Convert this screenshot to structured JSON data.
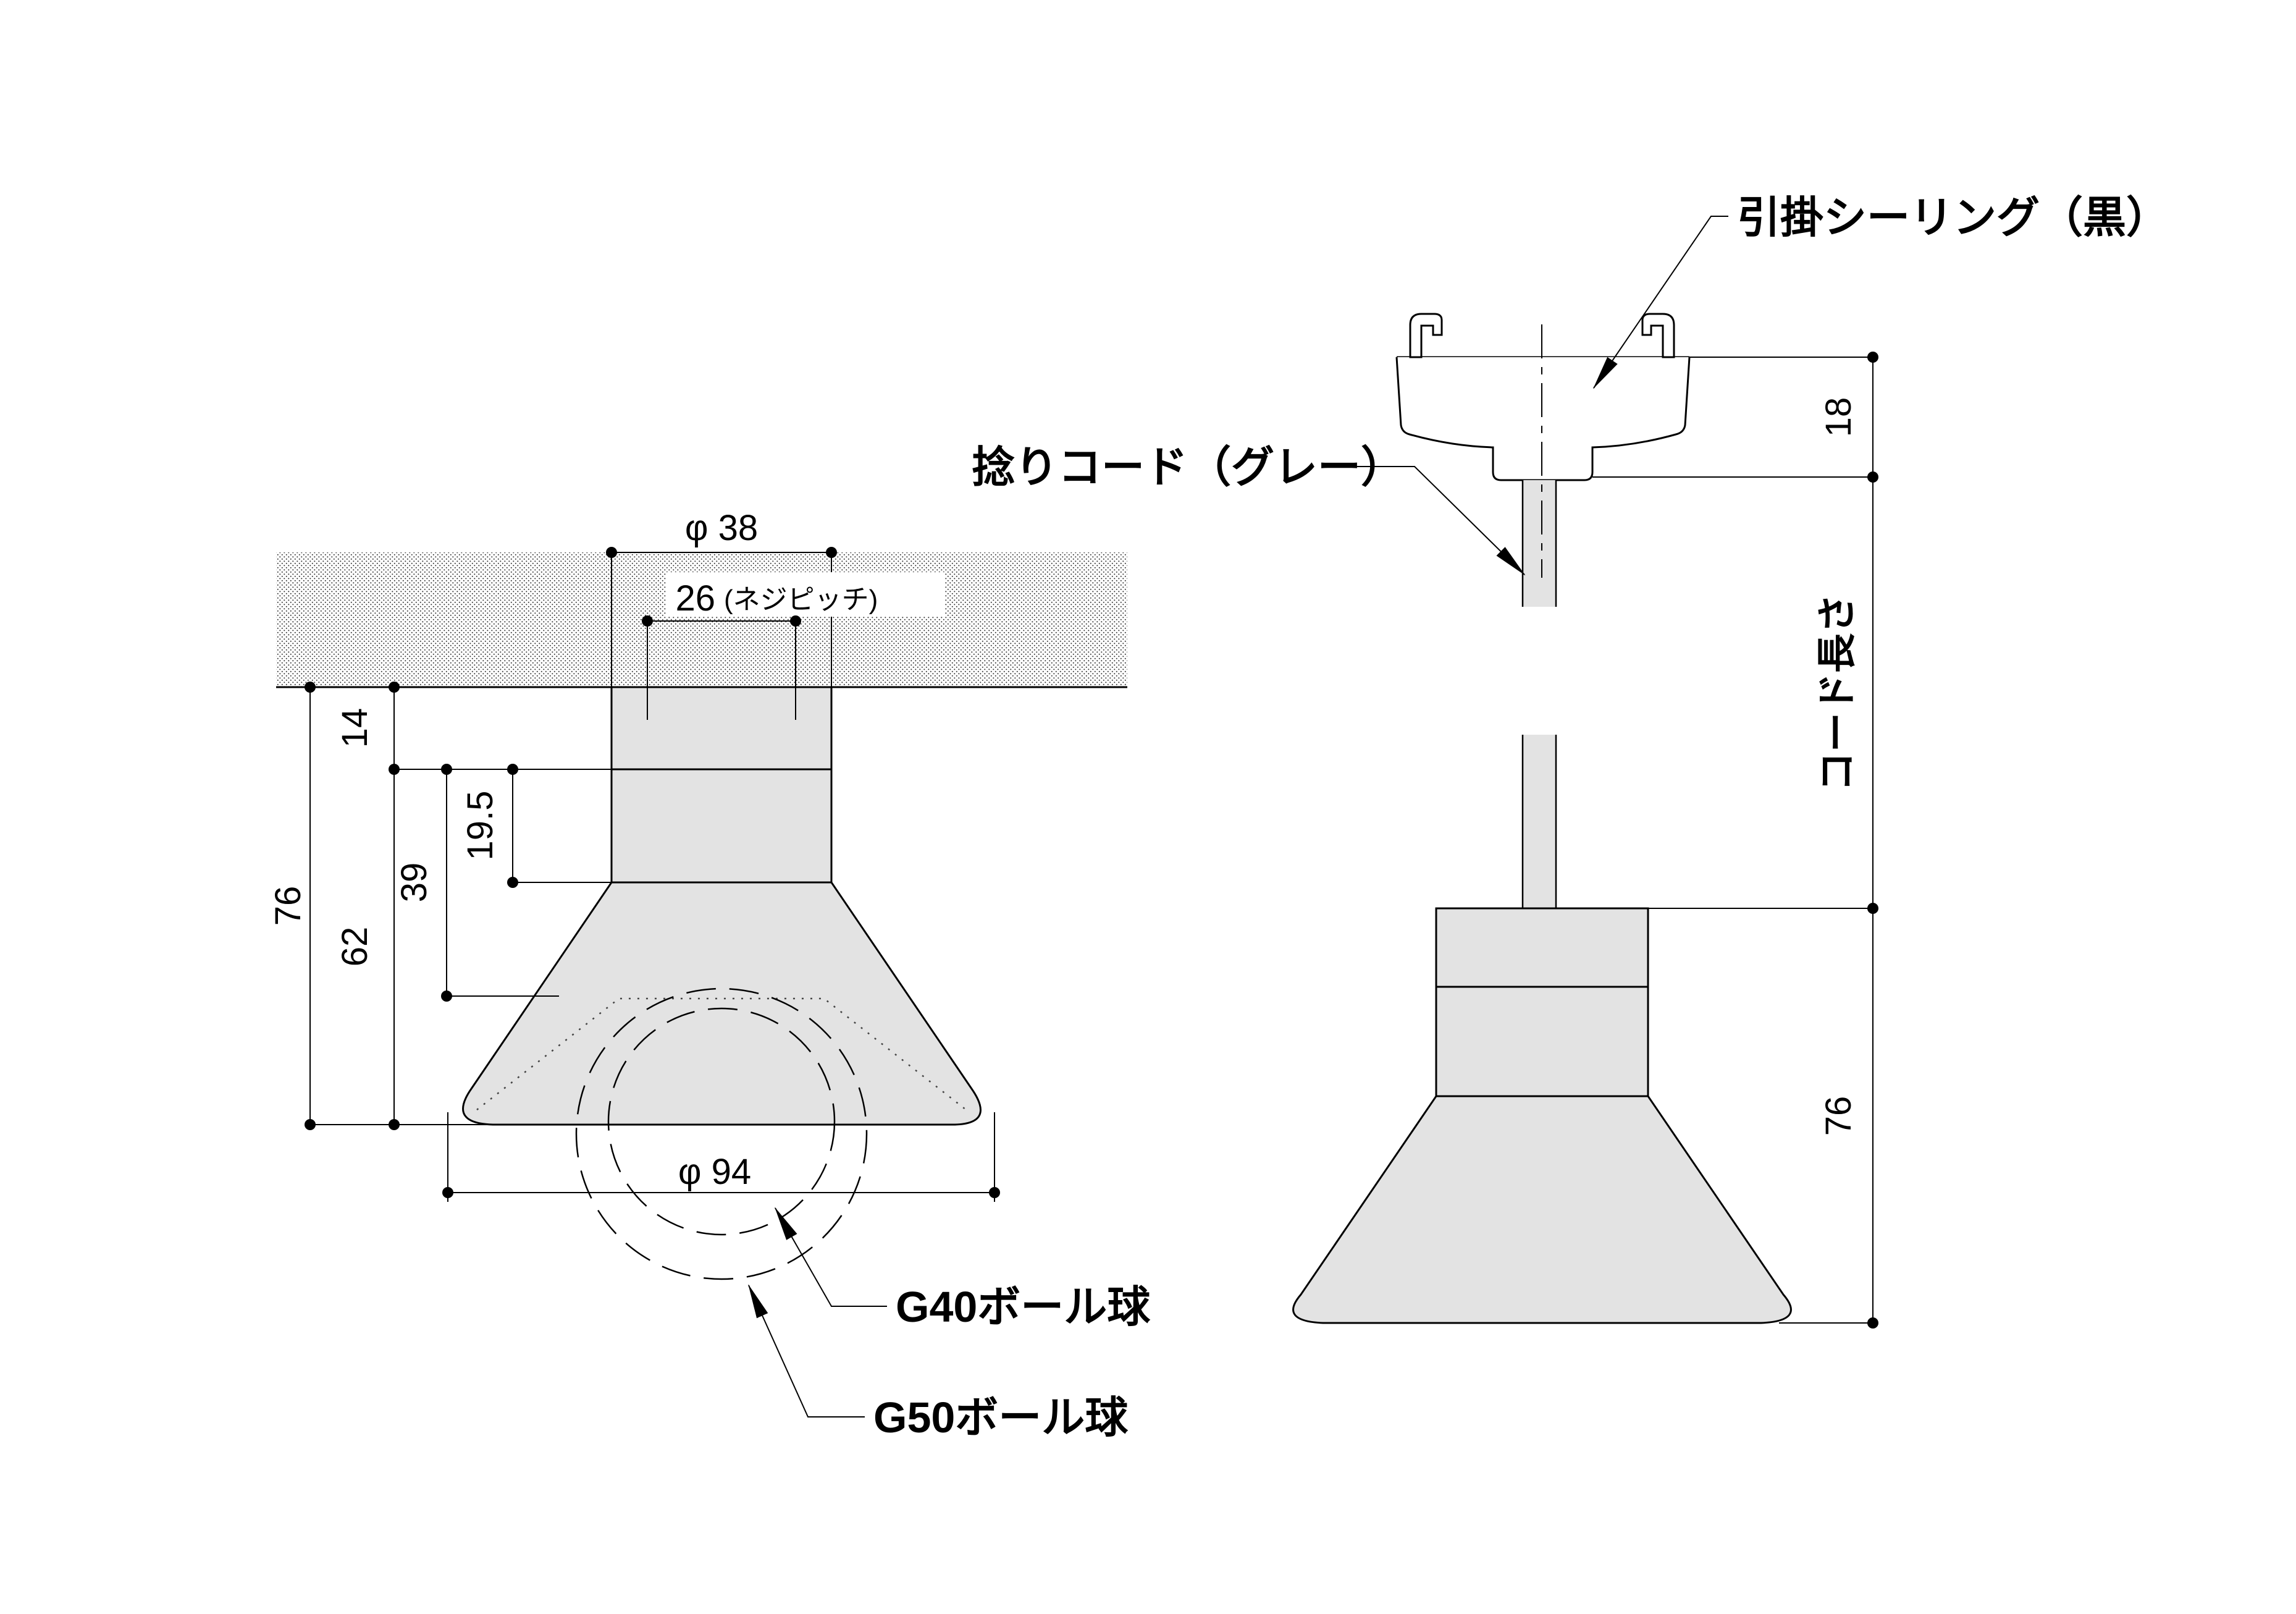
{
  "annotations": {
    "ceiling_cap_label": "引掛シーリング（黒）",
    "cord_label": "捻りコード（グレー）",
    "g40_label": "G40ボール球",
    "g50_label": "G50ボール球"
  },
  "left_view": {
    "dia_top": "φ 38",
    "screw_pitch_value": "26",
    "screw_pitch_note": "(ネジピッチ)",
    "h_total": "76",
    "h_top_section": "14",
    "h_lower_section": "62",
    "h_socket_inner": "39",
    "h_socket_section": "19.5",
    "dia_shade": "φ 94"
  },
  "right_view": {
    "h_ceiling_cap": "18",
    "cord_length_label": "コード長さ",
    "h_lamp": "76"
  },
  "colors": {
    "body_fill": "#e3e3e3",
    "cord_fill": "#e3e3e3",
    "line": "#000000",
    "background": "#ffffff"
  }
}
